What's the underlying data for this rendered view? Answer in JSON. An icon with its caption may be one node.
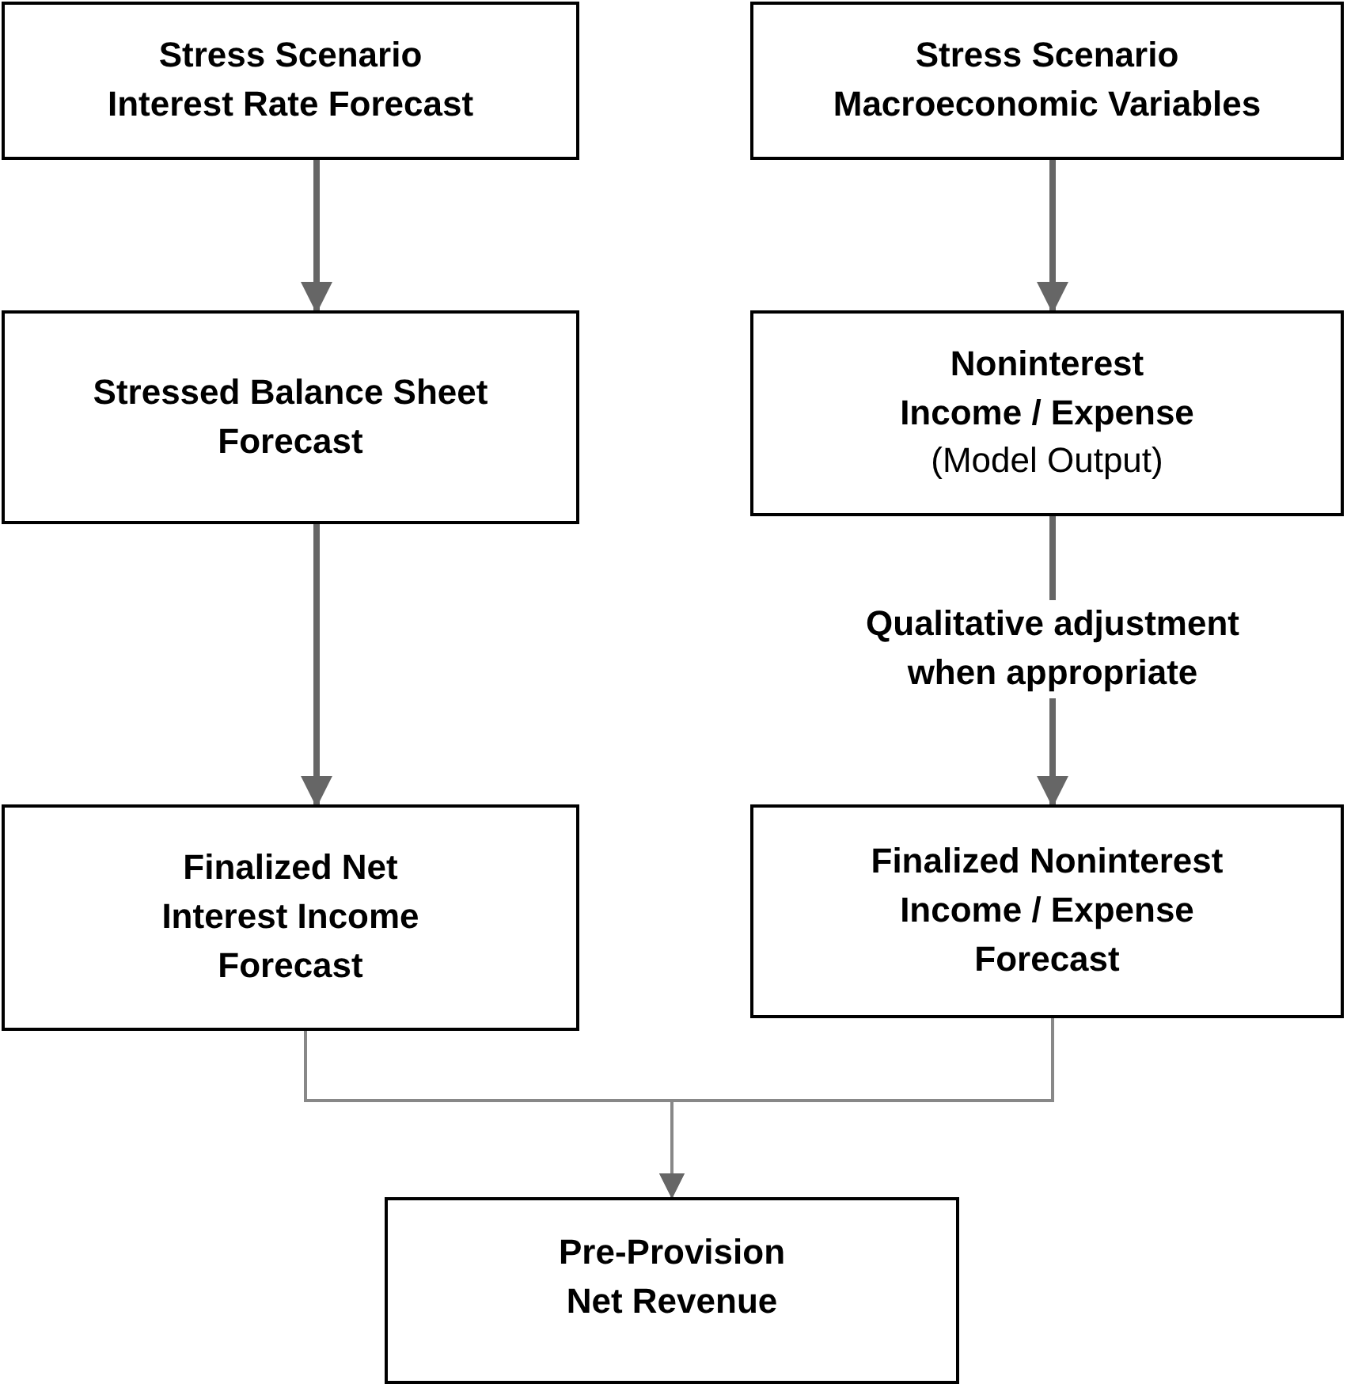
{
  "diagram": {
    "nodes": [
      {
        "text": [
          "Stress Scenario Interest Rate Forecast"
        ]
      },
      {
        "text": [
          "Stress Scenario Macroeconomic Variables"
        ]
      },
      {
        "text": [
          "Stressed Balance Sheet Forecast"
        ]
      },
      {
        "text": [
          "Noninterest Income / Expense",
          "(Model Output)"
        ]
      },
      {
        "text": [
          "Finalized Net Interest Income Forecast"
        ]
      },
      {
        "text": [
          "Finalized Noninterest Income / Expense Forecast"
        ]
      },
      {
        "text": [
          "Pre-Provision Net Revenue"
        ]
      }
    ],
    "edges": [
      {
        "from": 0,
        "to": 2,
        "arrow": "to"
      },
      {
        "from": 1,
        "to": 3,
        "arrow": "to"
      },
      {
        "from": 2,
        "to": 4,
        "arrow": "to"
      },
      {
        "from": 3,
        "to": 5,
        "arrow": "to",
        "label": "Qualitative adjustment when appropriate"
      },
      {
        "from": 4,
        "to": 6,
        "arrow": "to",
        "color": "#888888"
      },
      {
        "from": 5,
        "to": 6,
        "arrow": "to",
        "color": "#888888"
      }
    ]
  }
}
